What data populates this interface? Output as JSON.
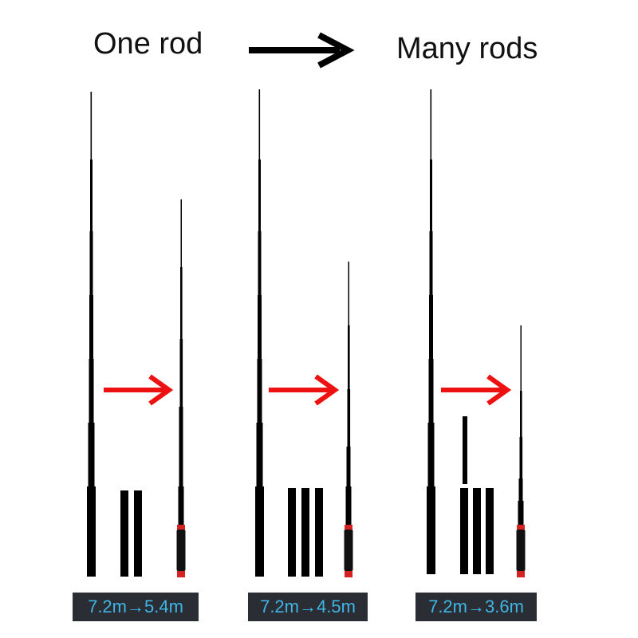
{
  "header": {
    "left_text": "One rod",
    "right_text": "Many rods"
  },
  "panels": [
    {
      "label": "7.2m→5.4m"
    },
    {
      "label": "7.2m→4.5m"
    },
    {
      "label": "7.2m→3.6m"
    }
  ],
  "colors": {
    "rod": "#000000",
    "arrow": "#ee1111",
    "grip_accent": "#d42222",
    "label_bg": "#2a2d33",
    "label_text": "#3fb6e6"
  }
}
